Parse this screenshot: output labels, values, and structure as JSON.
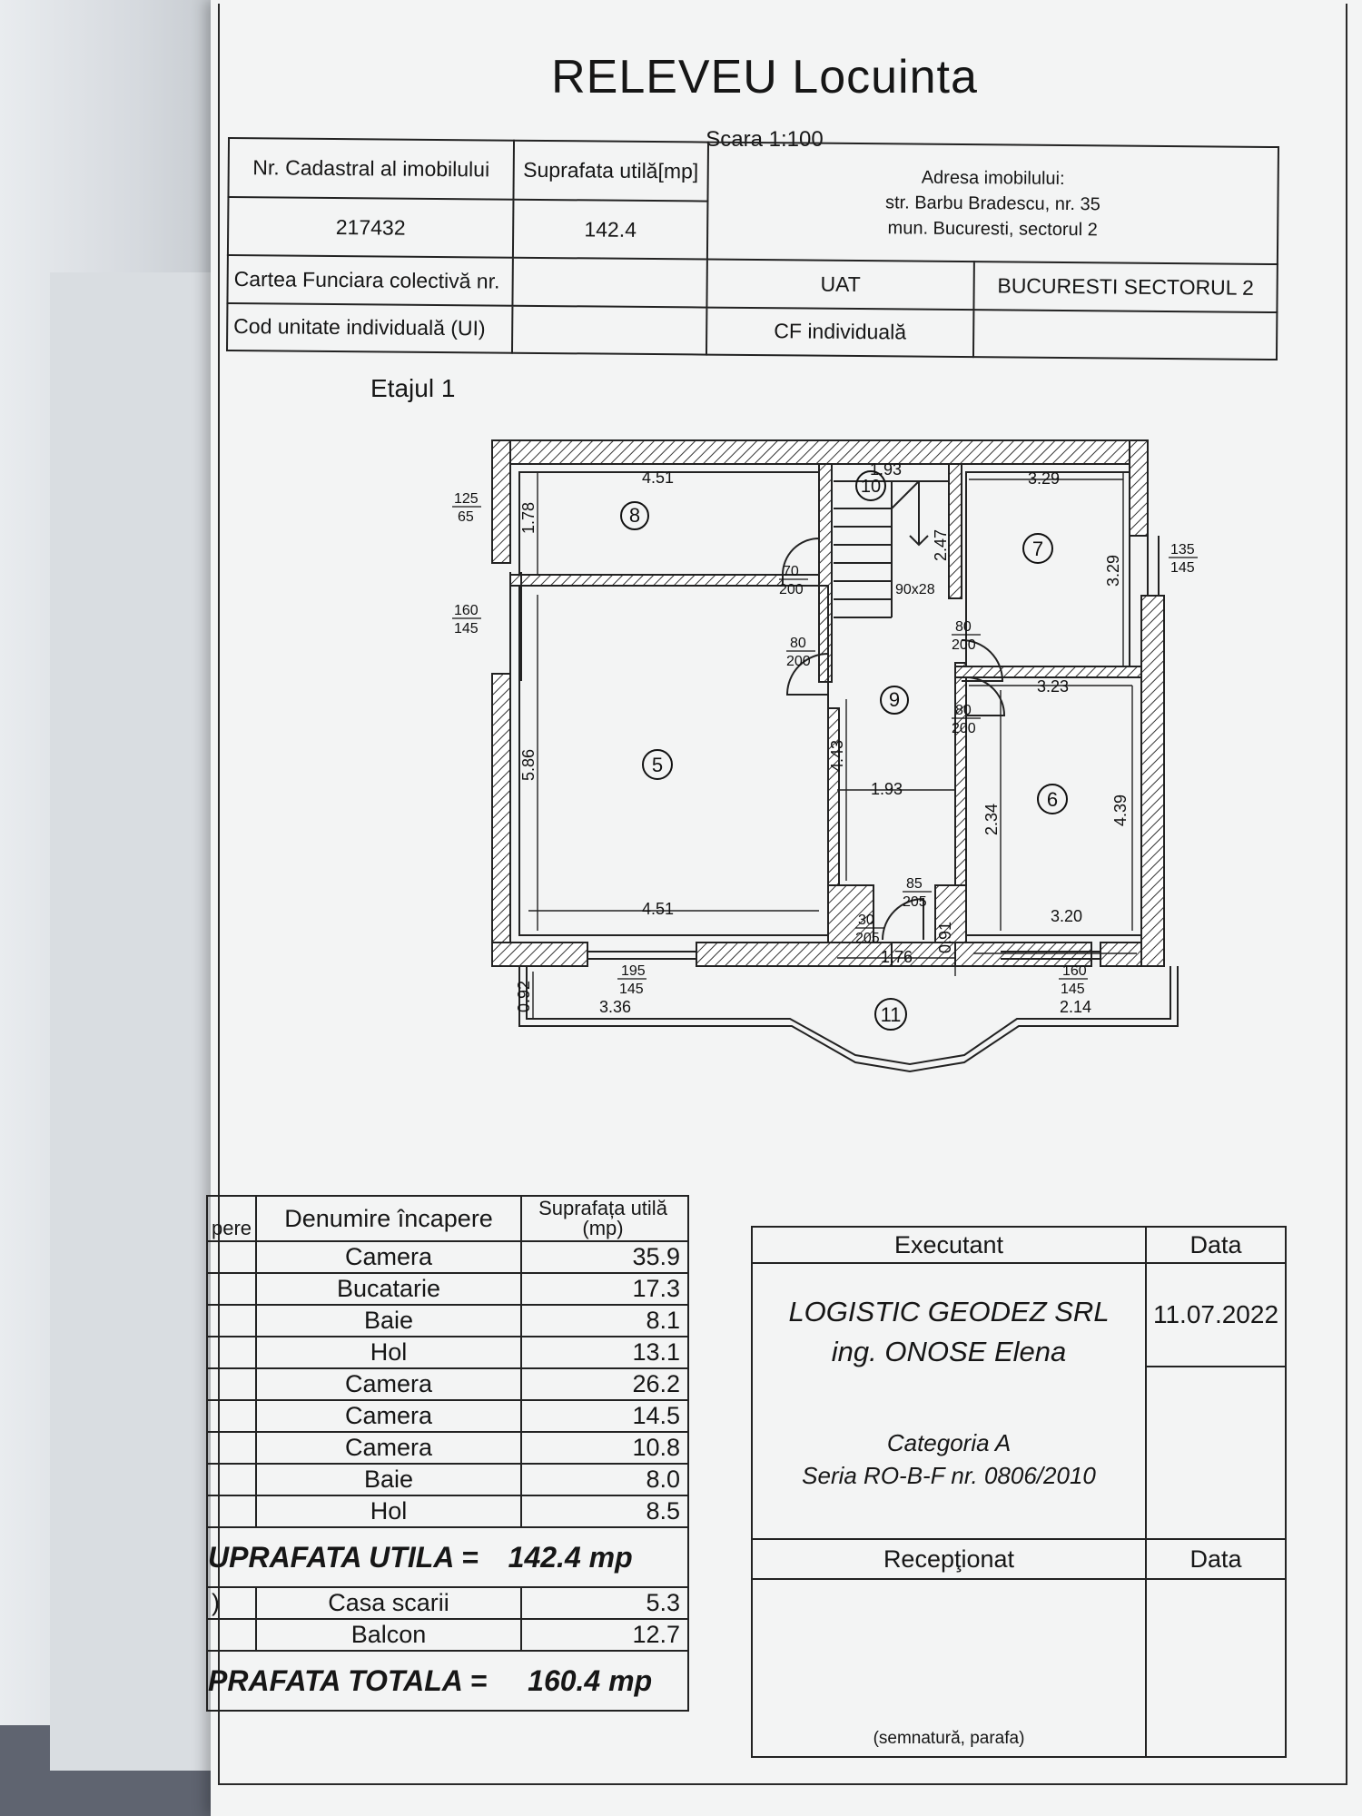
{
  "title": "RELEVEU Locuinta",
  "scale": "Scara 1:100",
  "info": {
    "cadastral_label": "Nr. Cadastral al imobilului",
    "cadastral_value": "217432",
    "area_label": "Suprafata utilă[mp]",
    "area_value": "142.4",
    "address_label": "Adresa imobilului:",
    "address_line1": "str. Barbu Bradescu, nr. 35",
    "address_line2": "mun. Bucuresti, sectorul 2",
    "cf_collective_label": "Cartea Funciara colectivă nr.",
    "cod_label": "Cod unitate individuală (UI)",
    "uat_label": "UAT",
    "uat_value": "BUCURESTI SECTORUL 2",
    "cf_individual_label": "CF individuală"
  },
  "floor_label": "Etajul 1",
  "plan": {
    "room_numbers": [
      "5",
      "6",
      "7",
      "8",
      "9",
      "10",
      "11"
    ],
    "dimensions": {
      "d_451_top": "4.51",
      "d_178": "1.78",
      "d_193_top": "1.93",
      "d_247": "2.47",
      "d_90x28": "90x28",
      "d_329_h": "3.29",
      "d_329_v": "3.29",
      "d_323": "3.23",
      "d_586": "5.86",
      "d_443": "4.43",
      "d_193_mid": "1.93",
      "d_234": "2.34",
      "d_439": "4.39",
      "d_451_bot": "4.51",
      "d_320": "3.20",
      "d_176": "1.76",
      "d_091": "0.91",
      "d_092": "0.92",
      "d_336": "3.36",
      "d_214": "2.14"
    },
    "openings": {
      "w_125_65": [
        "125",
        "65"
      ],
      "w_160_145_left": [
        "160",
        "145"
      ],
      "w_135_145": [
        "135",
        "145"
      ],
      "d_70_200": [
        "70",
        "200"
      ],
      "d_80_200_left": [
        "80",
        "200"
      ],
      "d_80_200_right_top": [
        "80",
        "200"
      ],
      "d_80_200_right_mid": [
        "80",
        "200"
      ],
      "d_85_205": [
        "85",
        "205"
      ],
      "d_30_205": [
        "30",
        "205"
      ],
      "w_195_145": [
        "195",
        "145"
      ],
      "w_160_145_bot": [
        "160",
        "145"
      ]
    }
  },
  "rooms_table": {
    "header_num": "pere",
    "header_name": "Denumire încapere",
    "header_area_1": "Suprafața utilă",
    "header_area_2": "(mp)",
    "rows": [
      {
        "name": "Camera",
        "area": "35.9"
      },
      {
        "name": "Bucatarie",
        "area": "17.3"
      },
      {
        "name": "Baie",
        "area": "8.1"
      },
      {
        "name": "Hol",
        "area": "13.1"
      },
      {
        "name": "Camera",
        "area": "26.2"
      },
      {
        "name": "Camera",
        "area": "14.5"
      },
      {
        "name": "Camera",
        "area": "10.8"
      },
      {
        "name": "Baie",
        "area": "8.0"
      },
      {
        "name": "Hol",
        "area": "8.5"
      }
    ],
    "useful_label": "UPRAFATA UTILA =",
    "useful_value": "142.4 mp",
    "extra_rows": [
      {
        "num": ")",
        "name": "Casa scarii",
        "area": "5.3"
      },
      {
        "num": "",
        "name": "Balcon",
        "area": "12.7"
      }
    ],
    "total_label": "PRAFATA TOTALA =",
    "total_value": "160.4 mp"
  },
  "executant": {
    "header": "Executant",
    "date_header": "Data",
    "company": "LOGISTIC GEODEZ SRL",
    "engineer": "ing. ONOSE Elena",
    "date": "11.07.2022",
    "category": "Categoria A",
    "series": "Seria RO-B-F nr. 0806/2010",
    "received_header": "Recepţionat",
    "received_date_header": "Data",
    "signature_note": "(semnatură, parafa)"
  }
}
